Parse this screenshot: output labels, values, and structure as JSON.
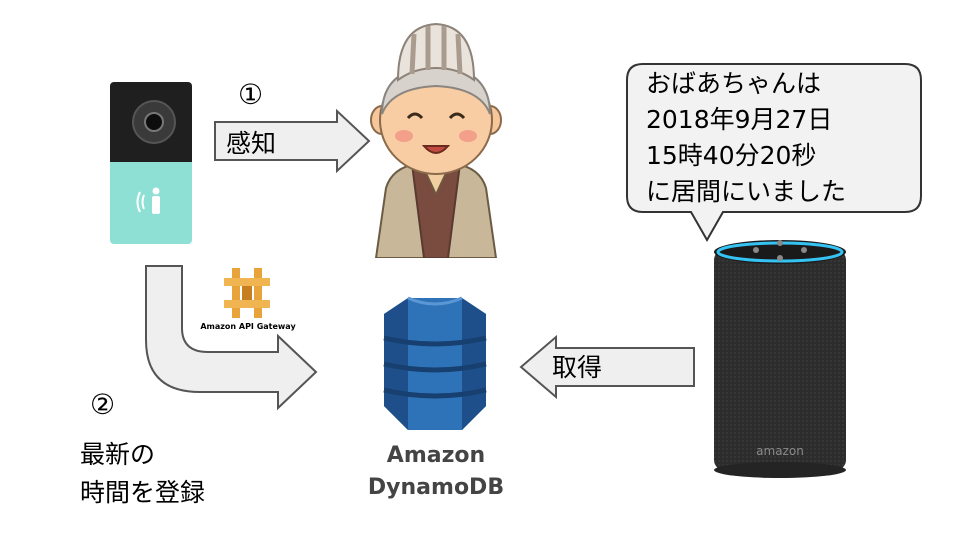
{
  "step1": {
    "number": "①",
    "label": "感知"
  },
  "step2": {
    "number": "②",
    "label_line1": "最新の",
    "label_line2": "時間を登録"
  },
  "fetch": {
    "label": "取得"
  },
  "api_gateway": {
    "label": "Amazon API Gateway"
  },
  "dynamodb": {
    "line1": "Amazon",
    "line2": "DynamoDB"
  },
  "bubble": {
    "line1": "おばあちゃんは",
    "line2": "2018年9月27日",
    "line3": "15時40分20秒",
    "line4": "に居間にいました"
  },
  "echo": {
    "brand": "amazon"
  },
  "colors": {
    "arrow_fill": "#efefef",
    "arrow_stroke": "#555555",
    "dynamodb_blue": "#2e73b8",
    "dynamodb_dark": "#1f4f8a",
    "api_gateway_orange": "#e8a33a",
    "sensor_teal": "#8ee0d5",
    "echo_ring": "#35c3f3"
  }
}
